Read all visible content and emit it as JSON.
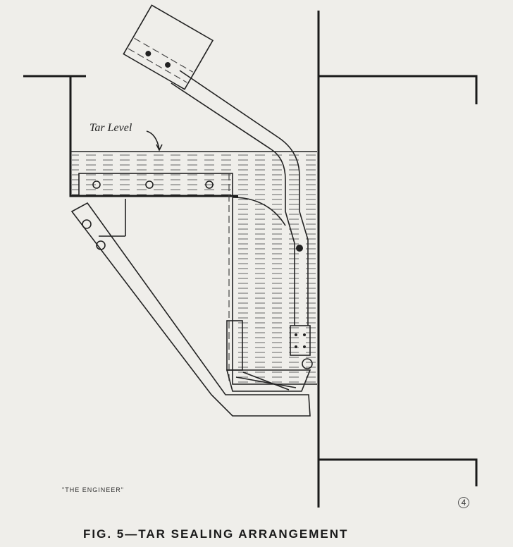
{
  "figure": {
    "tar_level_label": "Tar Level",
    "credit": "\"THE ENGINEER\"",
    "figure_number_mark": "4",
    "caption": "FIG. 5—TAR SEALING ARRANGEMENT"
  }
}
